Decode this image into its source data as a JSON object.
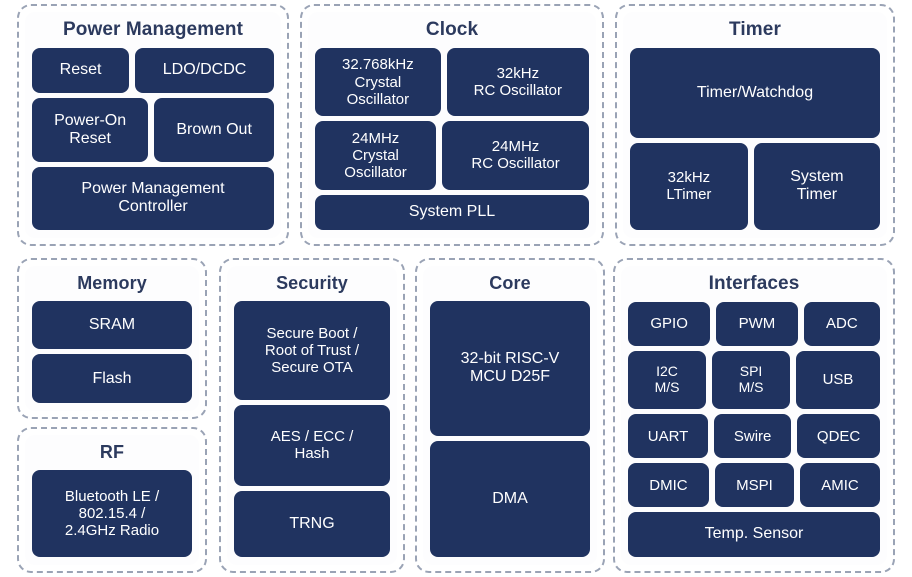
{
  "colors": {
    "block_fill": "#203360",
    "block_text": "#ffffff",
    "panel_border": "#9aa3b5",
    "title_text": "#2c3a5e",
    "background": "#ffffff"
  },
  "groups": {
    "power_management": {
      "title": "Power Management",
      "blocks": {
        "reset": "Reset",
        "ldo_dcdc": "LDO/DCDC",
        "power_on_reset": "Power-On\nReset",
        "brown_out": "Brown Out",
        "pm_controller": "Power Management\nController"
      }
    },
    "clock": {
      "title": "Clock",
      "blocks": {
        "xtal_32768": "32.768kHz\nCrystal\nOscillator",
        "rc_32k": "32kHz\nRC Oscillator",
        "xtal_24m": "24MHz\nCrystal\nOscillator",
        "rc_24m": "24MHz\nRC Oscillator",
        "system_pll": "System PLL"
      }
    },
    "timer": {
      "title": "Timer",
      "blocks": {
        "timer_watchdog": "Timer/Watchdog",
        "ltimer_32k": "32kHz\nLTimer",
        "system_timer": "System\nTimer"
      }
    },
    "memory": {
      "title": "Memory",
      "blocks": {
        "sram": "SRAM",
        "flash": "Flash"
      }
    },
    "rf": {
      "title": "RF",
      "blocks": {
        "radio": "Bluetooth LE /\n802.15.4 /\n2.4GHz Radio"
      }
    },
    "security": {
      "title": "Security",
      "blocks": {
        "secure_boot": "Secure Boot /\nRoot of Trust /\nSecure OTA",
        "crypto": "AES / ECC /\nHash",
        "trng": "TRNG"
      }
    },
    "core": {
      "title": "Core",
      "blocks": {
        "mcu": "32-bit RISC-V\nMCU D25F",
        "dma": "DMA"
      }
    },
    "interfaces": {
      "title": "Interfaces",
      "blocks": {
        "gpio": "GPIO",
        "pwm": "PWM",
        "adc": "ADC",
        "i2c": "I2C\nM/S",
        "spi": "SPI\nM/S",
        "usb": "USB",
        "uart": "UART",
        "swire": "Swire",
        "qdec": "QDEC",
        "dmic": "DMIC",
        "mspi": "MSPI",
        "amic": "AMIC",
        "temp_sensor": "Temp. Sensor"
      }
    }
  }
}
